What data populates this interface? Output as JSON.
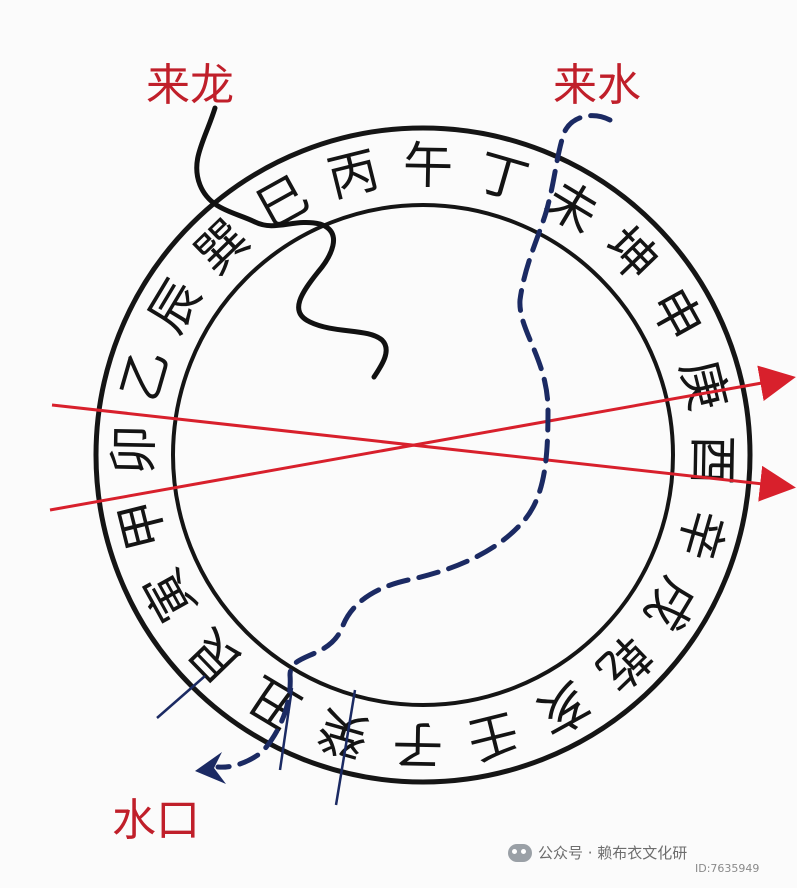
{
  "labels": {
    "dragon": "来龙",
    "water_in": "来水",
    "water_out": "水口"
  },
  "ring": [
    "未",
    "坤",
    "申",
    "庚",
    "酉",
    "辛",
    "戌",
    "乾",
    "亥",
    "壬",
    "子",
    "癸",
    "丑",
    "艮",
    "寅",
    "甲",
    "卯",
    "乙",
    "辰",
    "巽",
    "巳",
    "丙",
    "午",
    "丁"
  ],
  "watermark": {
    "text": "公众号 · 赖布衣文化研",
    "id": "ID:7635949"
  },
  "colors": {
    "label_red": "#c01f2a",
    "axis_red": "#d8202c",
    "water_navy": "#1b2a63",
    "dragon_black": "#111111"
  }
}
